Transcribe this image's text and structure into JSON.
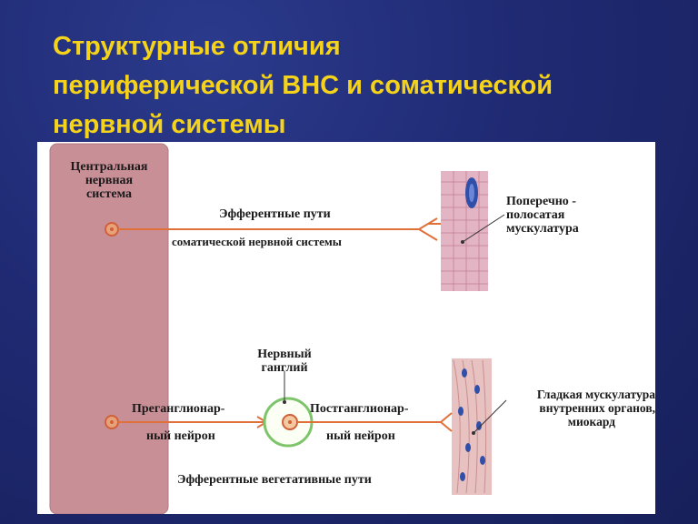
{
  "slide": {
    "title_lines": [
      "Структурные отличия",
      "периферической ВНС и соматической",
      "нервной системы"
    ]
  },
  "colors": {
    "title": "#f5d31a",
    "background": "#1f2a73",
    "cns_band": "#c98f97",
    "nerve_line": "#e0703a",
    "muscle_fiber": "#e3b4c4",
    "ganglion_ring": "#6fbf5a"
  },
  "diagram": {
    "cns_label": [
      "Центральная",
      "нервная",
      "система"
    ],
    "somatic": {
      "path_label_top": "Эфферентные пути",
      "path_label_bottom": "соматической нервной системы",
      "muscle_label": [
        "Поперечно -",
        "полосатая",
        "мускулатура"
      ]
    },
    "autonomic": {
      "ganglion_label": [
        "Нервный",
        "ганглий"
      ],
      "preganglionic_label": [
        "Преганглионар-",
        "ный нейрон"
      ],
      "postganglionic_label": [
        "Постганглионар-",
        "ный нейрон"
      ],
      "path_label": "Эфферентные вегетативные пути",
      "muscle_label": [
        "Гладкая мускулатура",
        "внутренних органов,",
        "миокард"
      ]
    }
  }
}
